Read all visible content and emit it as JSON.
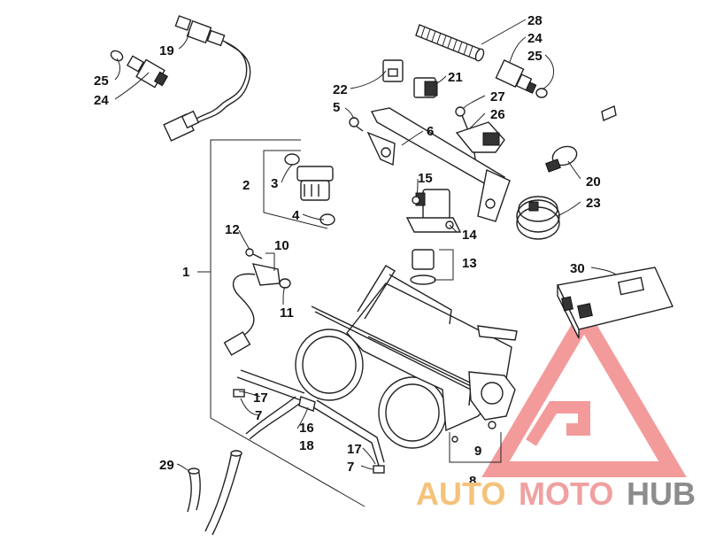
{
  "diagram": {
    "callouts": [
      {
        "id": "c28",
        "text": "28"
      },
      {
        "id": "c24a",
        "text": "24"
      },
      {
        "id": "c25a",
        "text": "25"
      },
      {
        "id": "c19",
        "text": "19"
      },
      {
        "id": "c25b",
        "text": "25"
      },
      {
        "id": "c24b",
        "text": "24"
      },
      {
        "id": "c22",
        "text": "22"
      },
      {
        "id": "c21",
        "text": "21"
      },
      {
        "id": "c27",
        "text": "27"
      },
      {
        "id": "c26",
        "text": "26"
      },
      {
        "id": "c5",
        "text": "5"
      },
      {
        "id": "c6",
        "text": "6"
      },
      {
        "id": "c20",
        "text": "20"
      },
      {
        "id": "c23",
        "text": "23"
      },
      {
        "id": "c2",
        "text": "2"
      },
      {
        "id": "c3",
        "text": "3"
      },
      {
        "id": "c4",
        "text": "4"
      },
      {
        "id": "c15",
        "text": "15"
      },
      {
        "id": "c14",
        "text": "14"
      },
      {
        "id": "c13",
        "text": "13"
      },
      {
        "id": "c12",
        "text": "12"
      },
      {
        "id": "c10",
        "text": "10"
      },
      {
        "id": "c1",
        "text": "1"
      },
      {
        "id": "c11",
        "text": "11"
      },
      {
        "id": "c30",
        "text": "30"
      },
      {
        "id": "c17a",
        "text": "17"
      },
      {
        "id": "c7a",
        "text": "7"
      },
      {
        "id": "c16",
        "text": "16"
      },
      {
        "id": "c18",
        "text": "18"
      },
      {
        "id": "c17b",
        "text": "17"
      },
      {
        "id": "c7b",
        "text": "7"
      },
      {
        "id": "c9",
        "text": "9"
      },
      {
        "id": "c8",
        "text": "8"
      },
      {
        "id": "c29",
        "text": "29"
      }
    ]
  },
  "watermark": {
    "part1": "AUTO",
    "part2": "MOTO",
    "part3": "HUB",
    "colors": {
      "auto": "#f5c27a",
      "moto": "#f0a0a0",
      "hub": "#8c8c8c",
      "logo": "#ef7a7a"
    }
  }
}
